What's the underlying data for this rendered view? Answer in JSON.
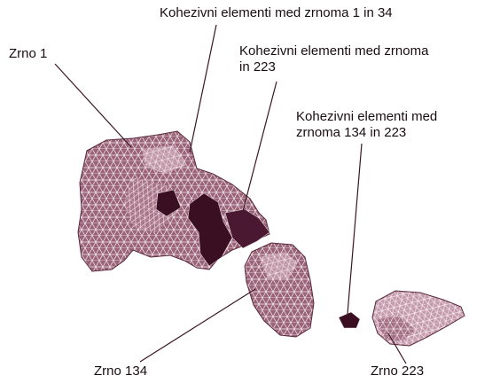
{
  "labels": {
    "grain_1": "Zrno 1",
    "cohesive_1_34": "Kohezivni elementi med zrnoma 1 in 34",
    "cohesive_223_line1": "Kohezivni elementi med zrnoma",
    "cohesive_223_line2": "in 223",
    "cohesive_134_223_line1": "Kohezivni elementi med",
    "cohesive_134_223_line2": "zrnoma 134 in 223",
    "grain_134": "Zrno 134",
    "grain_223": "Zrno 223"
  },
  "colors": {
    "mesh_fill": "#9a6478",
    "mesh_fill_light": "#b88a9c",
    "mesh_line": "#f4e6ec",
    "cohesive_dark": "#3a0f22",
    "leader_line": "#3a1522",
    "text": "#1a0d12"
  }
}
